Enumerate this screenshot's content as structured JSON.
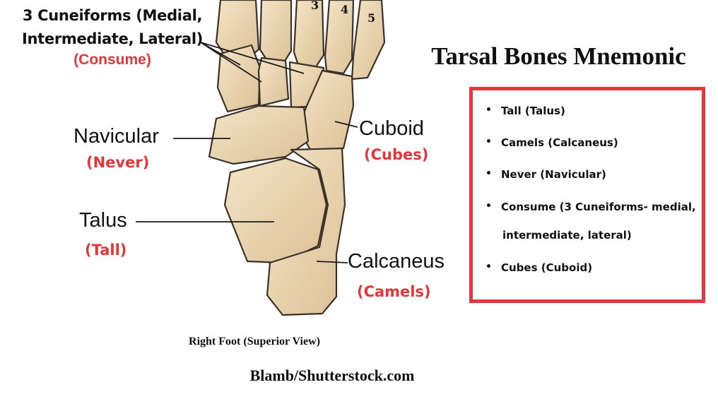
{
  "labels": {
    "cuneiforms": {
      "line1": "3 Cuneiforms (Medial,",
      "line2": "Intermediate, Lateral)",
      "mnemonic": "(Consume)"
    },
    "navicular": {
      "name": "Navicular",
      "mnemonic": "(Never)"
    },
    "talus": {
      "name": "Talus",
      "mnemonic": "(Tall)"
    },
    "cuboid": {
      "name": "Cuboid",
      "mnemonic": "(Cubes)"
    },
    "calcaneus": {
      "name": "Calcaneus",
      "mnemonic": "(Camels)"
    }
  },
  "toe_numbers": [
    "3",
    "4",
    "5"
  ],
  "title": "Tarsal Bones Mnemonic",
  "mnemonic_list": [
    "Tall (Talus)",
    "Camels (Calcaneus)",
    "Never (Navicular)",
    "Consume (3 Cuneiforms- medial,",
    "intermediate, lateral)",
    "Cubes (Cuboid)"
  ],
  "caption": "Right Foot (Superior View)",
  "credit": "Blamb/Shutterstock.com",
  "colors": {
    "bone_fill": "#ecd6b1",
    "bone_stroke": "#3a3129",
    "accent_red": "#e0373b"
  }
}
